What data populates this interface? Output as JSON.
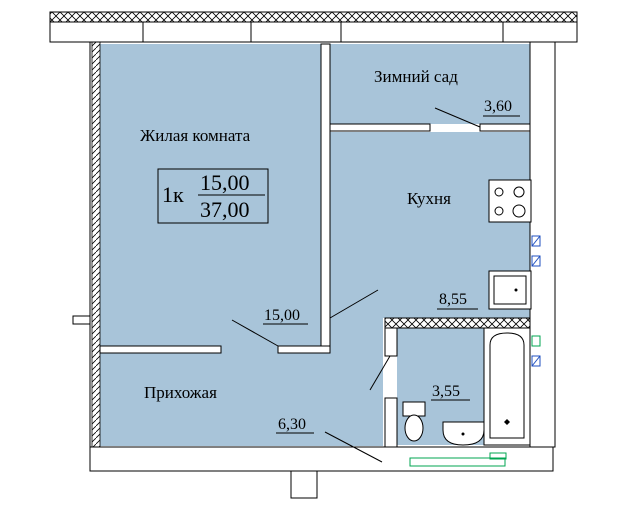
{
  "plan": {
    "badge": {
      "rooms": "1к",
      "living_area": "15,00",
      "total_area": "37,00"
    },
    "rooms": [
      {
        "id": "living",
        "name": "Жилая комната",
        "area": "15,00"
      },
      {
        "id": "winter-garden",
        "name": "Зимний сад",
        "area": "3,60"
      },
      {
        "id": "kitchen",
        "name": "Кухня",
        "area": "8,55"
      },
      {
        "id": "hallway",
        "name": "Прихожая",
        "area": "6,30"
      },
      {
        "id": "bathroom",
        "name": "",
        "area": "3,55"
      }
    ],
    "colors": {
      "floor": "#a8c4d9",
      "wall": "#ffffff",
      "line": "#000000",
      "accent_green": "#00a651",
      "accent_blue": "#1f4fbf"
    }
  }
}
